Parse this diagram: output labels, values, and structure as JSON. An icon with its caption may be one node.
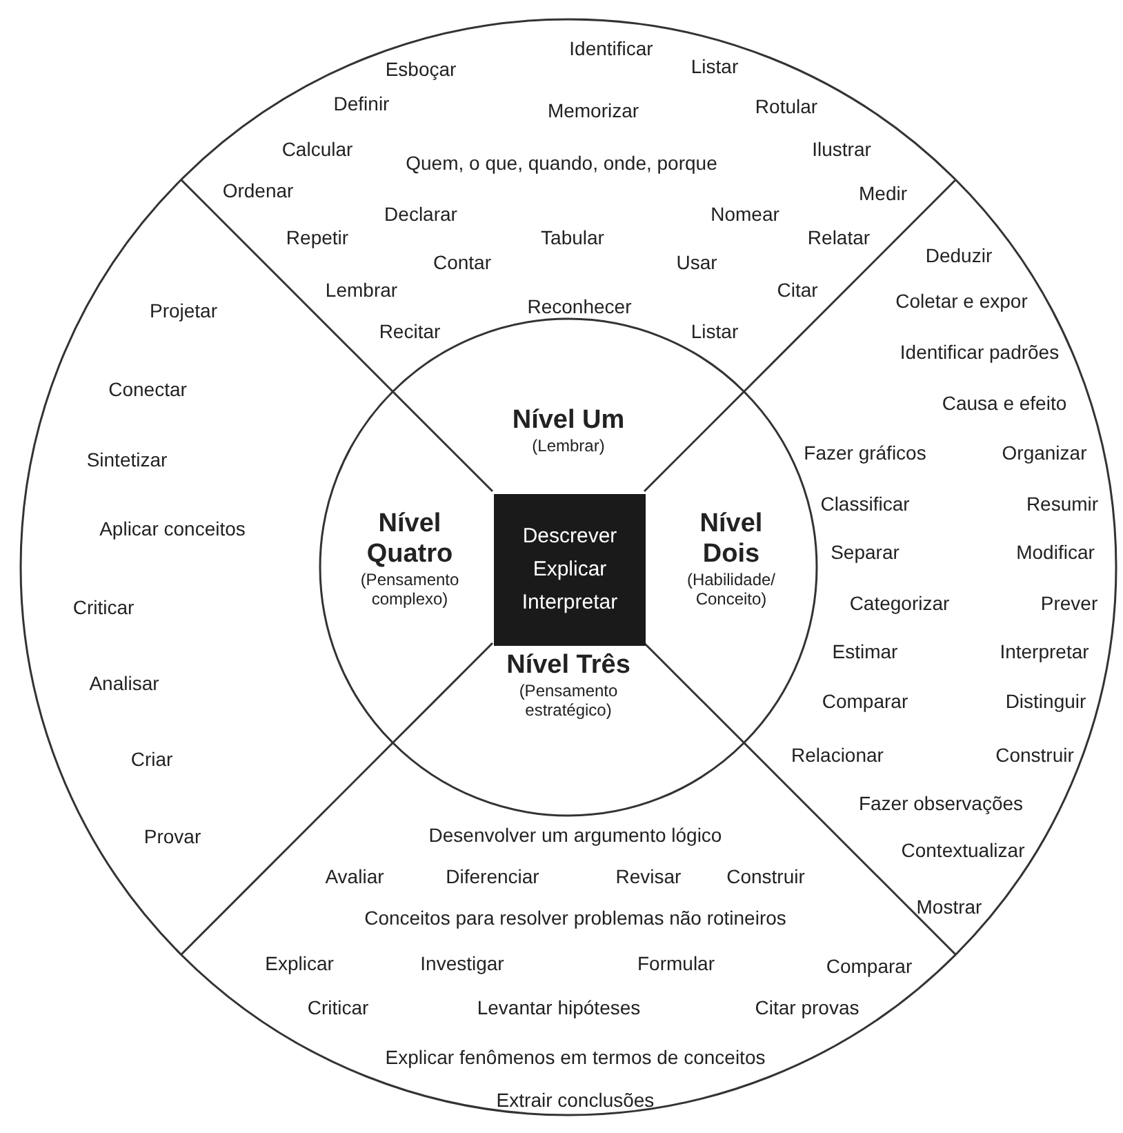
{
  "diagram": {
    "nodes": [
      {
        "text": [
          "Nível Um",
          "(Lembrar)"
        ]
      },
      {
        "text": [
          "Nível Quatro",
          "(Pensamento complexo)"
        ]
      },
      {
        "text": [
          "Descrever Explicar Interpretar"
        ]
      },
      {
        "text": [
          "Nível Dois",
          "(Habilidade/ Conceito)"
        ]
      },
      {
        "text": [
          "Nível Três",
          "(Pensamento estratégico)"
        ]
      }
    ],
    "labels": [
      "Identificar",
      "Esboçar",
      "Listar",
      "Definir",
      "Memorizar",
      "Rotular",
      "Calcular",
      "Quem, o que, quando, onde, porque",
      "Ilustrar",
      "Ordenar",
      "Medir",
      "Declarar",
      "Nomear",
      "Repetir",
      "Tabular",
      "Relatar",
      "Contar",
      "Usar",
      "Lembrar",
      "Citar",
      "Reconhecer",
      "Recitar",
      "Listar",
      "Deduzir",
      "Coletar e expor",
      "Identificar padrões",
      "Causa e efeito",
      "Fazer gráficos",
      "Organizar",
      "Classificar",
      "Resumir",
      "Separar",
      "Modificar",
      "Categorizar",
      "Prever",
      "Estimar",
      "Interpretar",
      "Comparar",
      "Distinguir",
      "Relacionar",
      "Construir",
      "Fazer observações",
      "Contextualizar",
      "Mostrar",
      "Desenvolver um argumento lógico",
      "Avaliar",
      "Diferenciar",
      "Revisar",
      "Construir",
      "Conceitos para resolver problemas não rotineiros",
      "Explicar",
      "Investigar",
      "Formular",
      "Comparar",
      "Criticar",
      "Levantar hipóteses",
      "Citar provas",
      "Explicar fenômenos em termos de conceitos",
      "Extrair conclusões",
      "Projetar",
      "Conectar",
      "Sintetizar",
      "Aplicar conceitos",
      "Criticar",
      "Analisar",
      "Criar",
      "Provar"
    ]
  }
}
